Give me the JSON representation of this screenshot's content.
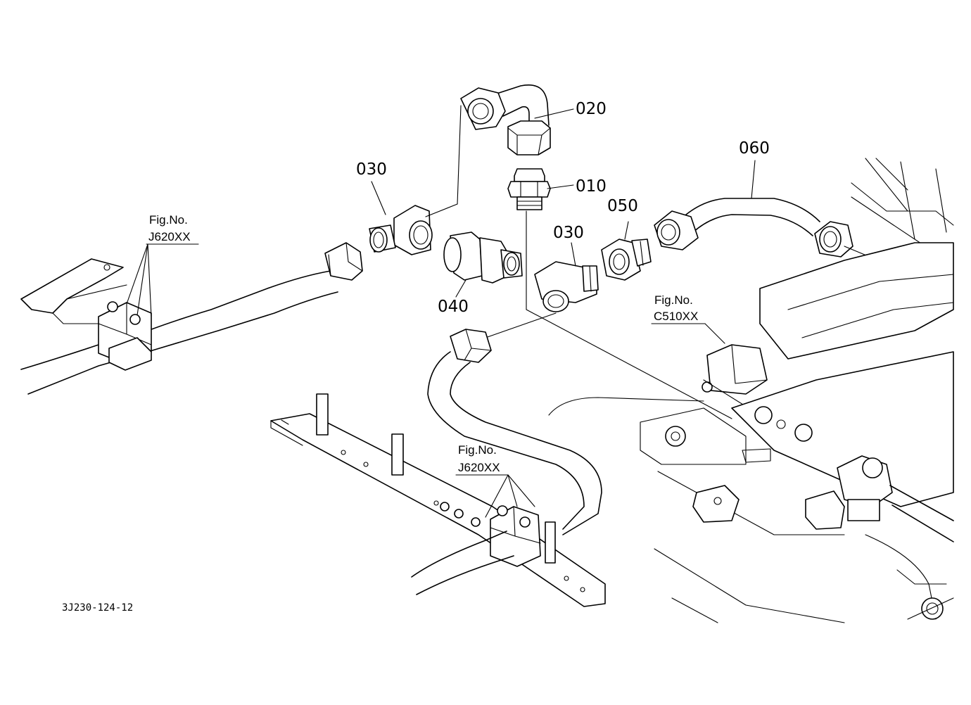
{
  "diagram_code": "3J230-124-12",
  "callouts": {
    "p010": "010",
    "p020": "020",
    "p030a": "030",
    "p030b": "030",
    "p040": "040",
    "p050": "050",
    "p060": "060"
  },
  "fig_refs": {
    "left": {
      "title": "Fig.No.",
      "code": "J620XX"
    },
    "bottom": {
      "title": "Fig.No.",
      "code": "J620XX"
    },
    "right": {
      "title": "Fig.No.",
      "code": "C510XX"
    }
  }
}
